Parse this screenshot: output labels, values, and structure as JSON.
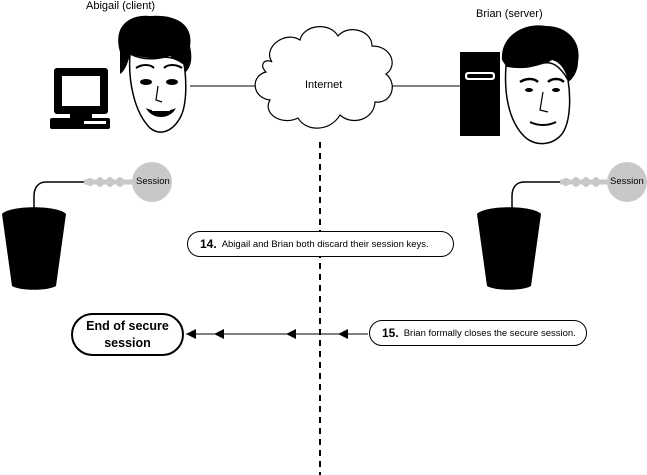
{
  "client": {
    "label": "Abigail (client)"
  },
  "server": {
    "label": "Brian (server)"
  },
  "network": {
    "label": "Internet"
  },
  "session_keys": {
    "left_label": "Session",
    "right_label": "Session"
  },
  "steps": [
    {
      "number": "14.",
      "text": "Abigail and Brian both discard their session keys."
    },
    {
      "number": "15.",
      "text": "Brian formally closes the secure session."
    }
  ],
  "end": {
    "line1": "End of secure",
    "line2": "session"
  }
}
